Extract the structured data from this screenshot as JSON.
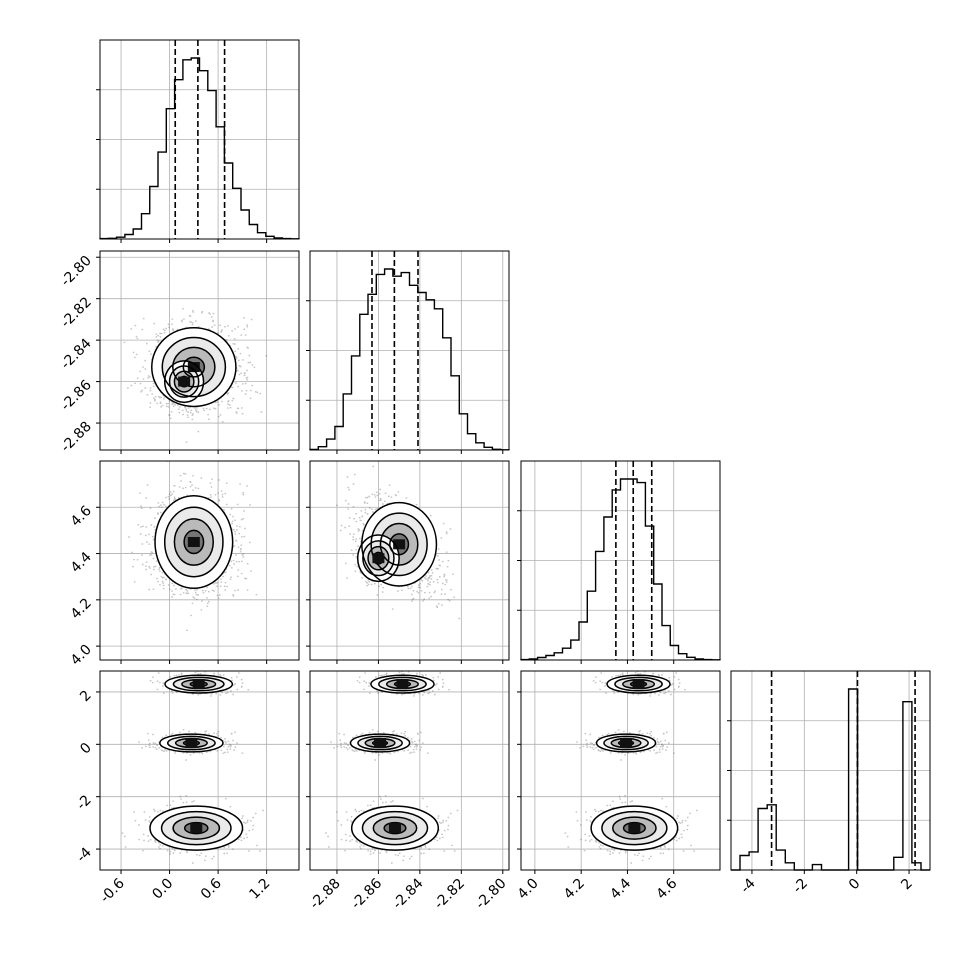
{
  "chart_data": {
    "type": "corner",
    "params": [
      {
        "ticks": [
          "-0.6",
          "0.0",
          "0.6",
          "1.2"
        ],
        "tick_values": [
          -0.6,
          0.0,
          0.6,
          1.2
        ],
        "range": [
          -0.86,
          1.6
        ],
        "quantiles": [
          0.07,
          0.35,
          0.68
        ],
        "hist_bins": [
          0.002,
          0.004,
          0.01,
          0.025,
          0.055,
          0.14,
          0.29,
          0.48,
          0.72,
          0.88,
          0.99,
          1.0,
          0.93,
          0.82,
          0.62,
          0.42,
          0.28,
          0.16,
          0.08,
          0.035,
          0.015,
          0.006,
          0.002,
          0.001
        ]
      },
      {
        "ticks": [
          "-2.88",
          "-2.86",
          "-2.84",
          "-2.82",
          "-2.80"
        ],
        "tick_values": [
          -2.88,
          -2.86,
          -2.84,
          -2.82,
          -2.8
        ],
        "range": [
          -2.893,
          -2.797
        ],
        "quantiles": [
          -2.8631,
          -2.8523,
          -2.8409
        ],
        "hist_bins": [
          0.003,
          0.018,
          0.06,
          0.13,
          0.31,
          0.52,
          0.75,
          0.86,
          0.97,
          1.0,
          0.96,
          0.98,
          0.91,
          0.87,
          0.83,
          0.78,
          0.62,
          0.41,
          0.2,
          0.09,
          0.04,
          0.015,
          0.004,
          0.001
        ]
      },
      {
        "ticks": [
          "4.0",
          "4.2",
          "4.4",
          "4.6"
        ],
        "tick_values": [
          4.0,
          4.2,
          4.4,
          4.6
        ],
        "range": [
          3.94,
          4.8
        ],
        "quantiles": [
          4.35,
          4.425,
          4.505
        ],
        "hist_bins": [
          0.002,
          0.006,
          0.014,
          0.025,
          0.04,
          0.065,
          0.11,
          0.21,
          0.38,
          0.6,
          0.79,
          0.94,
          1.0,
          1.0,
          0.98,
          0.74,
          0.42,
          0.19,
          0.08,
          0.035,
          0.015,
          0.006,
          0.002,
          0.001
        ]
      },
      {
        "ticks": [
          "-4",
          "-2",
          "0",
          "2"
        ],
        "tick_values": [
          -4,
          -2,
          0,
          2
        ],
        "range": [
          -4.8,
          2.8
        ],
        "quantiles": [
          -3.25,
          0.03,
          2.23
        ],
        "hist_bins": [
          0.0,
          0.08,
          0.1,
          0.34,
          0.36,
          0.11,
          0.04,
          0.0,
          0.0,
          0.03,
          0.0,
          0.0,
          0.0,
          1.0,
          0.0,
          0.0,
          0.0,
          0.0,
          0.07,
          0.93,
          0.04,
          0.0
        ]
      }
    ]
  }
}
